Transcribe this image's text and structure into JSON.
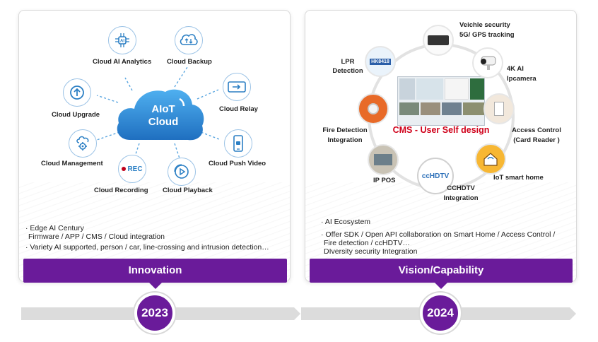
{
  "left": {
    "cloud_title_line1": "AIoT",
    "cloud_title_line2": "Cloud",
    "labels": {
      "ai_analytics": "Cloud AI Analytics",
      "backup": "Cloud Backup",
      "upgrade": "Cloud Upgrade",
      "relay": "Cloud Relay",
      "management": "Cloud Management",
      "push_video": "Cloud Push Video",
      "recording": "Cloud Recording",
      "playback": "Cloud Playback"
    },
    "rec_text": "REC",
    "ai_chip_text": "AI",
    "bullets": [
      {
        "line1": "Edge AI Century",
        "line2": "Firmware / APP / CMS / Cloud integration"
      },
      {
        "line1": "Variety AI supported, person / car, line-crossing and intrusion detection…"
      }
    ],
    "banner": "Innovation",
    "year": "2023"
  },
  "right": {
    "center_title": "CMS - User Self design",
    "labels": {
      "vehicle_line1": "Veichle security",
      "vehicle_line2": "5G/ GPS tracking",
      "lpr_line1": "LPR",
      "lpr_line2": "Detection",
      "cam_line1": "4K AI",
      "cam_line2": "Ipcamera",
      "fire_line1": "Fire Detection",
      "fire_line2": "Integration",
      "access_line1": "Access Control",
      "access_line2": "(Card Reader )",
      "iot": "IoT smart home",
      "pos": "IP POS",
      "cchdtv_line1": "CCHDTV",
      "cchdtv_line2": "Integration"
    },
    "plate_text": "HK8418",
    "cchdtv_logo": "ccHDTV",
    "bullets": [
      {
        "line1": "AI Ecosystem"
      },
      {
        "line1": "Offer SDK / Open API collaboration on Smart Home / Access Control /",
        "line2": "Fire detection / ccHDTV…",
        "line3": "DIversity security Integration"
      }
    ],
    "banner": "Vision/Capability",
    "year": "2024"
  },
  "bullet_marker": "·",
  "colors": {
    "accent": "#6a1b9a",
    "cloud": "#2f8fd8",
    "icon_blue": "#2b7fc4",
    "cms_red": "#d0021b",
    "rec_red": "#c0001a"
  }
}
